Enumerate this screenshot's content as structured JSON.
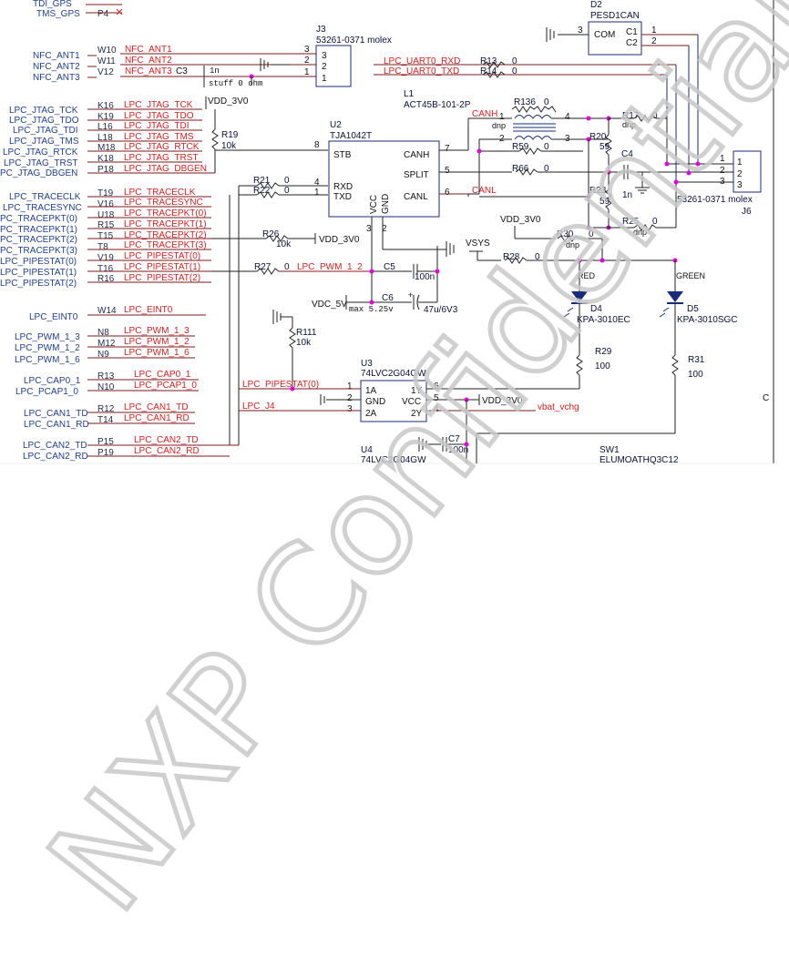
{
  "top_nets": [
    {
      "name": "TDI_GPS",
      "pin": ""
    },
    {
      "name": "TMS_GPS",
      "pin": "P4"
    }
  ],
  "nfc_nets": [
    {
      "net": "NFC_ANT1",
      "pin": "W10",
      "sig": "NFC_ANT1"
    },
    {
      "net": "NFC_ANT2",
      "pin": "W11",
      "sig": "NFC_ANT2"
    },
    {
      "net": "NFC_ANT3",
      "pin": "V12",
      "sig": "NFC_ANT3"
    }
  ],
  "jtag_nets": [
    {
      "net": "LPC_JTAG_TCK",
      "pin": "K16",
      "sig": "LPC_JTAG_TCK"
    },
    {
      "net": "LPC_JTAG_TDO",
      "pin": "K19",
      "sig": "LPC_JTAG_TDO"
    },
    {
      "net": "LPC_JTAG_TDI",
      "pin": "L16",
      "sig": "LPC_JTAG_TDI"
    },
    {
      "net": "LPC_JTAG_TMS",
      "pin": "L18",
      "sig": "LPC_JTAG_TMS"
    },
    {
      "net": "LPC_JTAG_RTCK",
      "pin": "M18",
      "sig": "LPC_JTAG_RTCK"
    },
    {
      "net": "LPC_JTAG_TRST",
      "pin": "K18",
      "sig": "LPC_JTAG_TRST"
    },
    {
      "net": "PC_JTAG_DBGEN",
      "pin": "P18",
      "sig": "LPC_JTAG_DBGEN"
    }
  ],
  "trace_nets": [
    {
      "net": "LPC_TRACECLK",
      "pin": "T19",
      "sig": "LPC_TRACECLK"
    },
    {
      "net": "LPC_TRACESYNC",
      "pin": "V16",
      "sig": "LPC_TRACESYNC"
    },
    {
      "net": "PC_TRACEPKT(0)",
      "pin": "U18",
      "sig": "LPC_TRACEPKT(0)"
    },
    {
      "net": "PC_TRACEPKT(1)",
      "pin": "R15",
      "sig": "LPC_TRACEPKT(1)"
    },
    {
      "net": "PC_TRACEPKT(2)",
      "pin": "T15",
      "sig": "LPC_TRACEPKT(2)"
    },
    {
      "net": "PC_TRACEPKT(3)",
      "pin": "T8",
      "sig": "LPC_TRACEPKT(3)"
    },
    {
      "net": "LPC_PIPESTAT(0)",
      "pin": "V19",
      "sig": "LPC_PIPESTAT(0)"
    },
    {
      "net": "LPC_PIPESTAT(1)",
      "pin": "T16",
      "sig": "LPC_PIPESTAT(1)"
    },
    {
      "net": "LPC_PIPESTAT(2)",
      "pin": "R16",
      "sig": "LPC_PIPESTAT(2)"
    }
  ],
  "eint": {
    "net": "LPC_EINT0",
    "pin": "W14",
    "sig": "LPC_EINT0"
  },
  "pwm_nets": [
    {
      "net": "LPC_PWM_1_3",
      "pin": "N8",
      "sig": "LPC_PWM_1_3"
    },
    {
      "net": "LPC_PWM_1_2",
      "pin": "M12",
      "sig": "LPC_PWM_1_2"
    },
    {
      "net": "LPC_PWM_1_6",
      "pin": "N9",
      "sig": "LPC_PWM_1_6"
    }
  ],
  "cap_nets": [
    {
      "net": "LPC_CAP0_1",
      "pin": "R13",
      "sig": "LPC_CAP0_1"
    },
    {
      "net": "LPC_PCAP1_0",
      "pin": "N10",
      "sig": "LPC_PCAP1_0"
    }
  ],
  "can_nets": [
    {
      "net": "LPC_CAN1_TD",
      "pin": "R12",
      "sig": "LPC_CAN1_TD"
    },
    {
      "net": "LPC_CAN1_RD",
      "pin": "T14",
      "sig": "LPC_CAN1_RD"
    },
    {
      "net": "LPC_CAN2_TD",
      "pin": "P15",
      "sig": "LPC_CAN2_TD"
    },
    {
      "net": "LPC_CAN2_RD",
      "pin": "P19",
      "sig": "LPC_CAN2_RD"
    }
  ],
  "j3": {
    "ref": "J3",
    "part": "53261-0371 molex",
    "pins": [
      "3",
      "2",
      "1"
    ],
    "cap": "C3",
    "cap_val": "1n",
    "note": "stuff 0 ohm"
  },
  "d2": {
    "ref": "D2",
    "part": "PESD1CAN",
    "com": "COM",
    "c1": "C1",
    "c2": "C2",
    "pin3": "3",
    "pin1": "1",
    "pin2": "2"
  },
  "uart": {
    "rxd": "LPC_UART0_RXD",
    "txd": "LPC_UART0_TXD",
    "r13": "R13",
    "r14": "R14",
    "val": "0"
  },
  "l1": {
    "ref": "L1",
    "part": "ACT45B-101-2P",
    "pins": [
      "1",
      "4",
      "2",
      "3"
    ]
  },
  "u2": {
    "ref": "U2",
    "part": "TJA1042T",
    "stb": "STB",
    "canh": "CANH",
    "split": "SPLIT",
    "canl": "CANL",
    "rxd": "RXD",
    "txd": "TXD",
    "vcc": "VCC",
    "gnd": "GND",
    "pins": {
      "stb": "8",
      "canh": "7",
      "split": "5",
      "canl": "6",
      "rxd": "4",
      "txd": "1",
      "vcc": "3",
      "gnd": "2"
    }
  },
  "labels": {
    "vdd_3v0": "VDD_3V0",
    "vsys": "VSYS",
    "vdc_5v": "VDC_5V",
    "max": "max 5.25v",
    "canh": "CANH",
    "canl": "CANL",
    "dnp": "dnp",
    "vbat": "vbat_vchg",
    "lpc_j4": "LPC_J4",
    "pipestat0": "LPC_PIPESTAT(0)",
    "pwm12": "LPC_PWM_1_2",
    "red": "RED",
    "green": "GREEN"
  },
  "resistors": {
    "r19": {
      "ref": "R19",
      "val": "10k"
    },
    "r21": {
      "ref": "R21",
      "val": "0"
    },
    "r22": {
      "ref": "R22",
      "val": "0"
    },
    "r26": {
      "ref": "R26",
      "val": "10k"
    },
    "r27": {
      "ref": "R27",
      "val": "0"
    },
    "r136": {
      "ref": "R136",
      "val": "0"
    },
    "r59": {
      "ref": "R59",
      "val": "0"
    },
    "r66": {
      "ref": "R66",
      "val": "0"
    },
    "r17": {
      "ref": "R17",
      "val": "0"
    },
    "r20": {
      "ref": "R20",
      "val": "59"
    },
    "r23": {
      "ref": "R23",
      "val": "59"
    },
    "r25": {
      "ref": "R25",
      "val": "0"
    },
    "r30": {
      "ref": "R30",
      "val": "0"
    },
    "r28": {
      "ref": "R28",
      "val": "0"
    },
    "r29": {
      "ref": "R29",
      "val": "100"
    },
    "r31": {
      "ref": "R31",
      "val": "100"
    },
    "r111": {
      "ref": "R111",
      "val": "10k"
    }
  },
  "caps": {
    "c4": {
      "ref": "C4",
      "val": "1n"
    },
    "c5": {
      "ref": "C5",
      "val": "100n"
    },
    "c6": {
      "ref": "C6",
      "val": "47u/6V3"
    },
    "c7": {
      "ref": "C7",
      "val": "100n"
    }
  },
  "j6": {
    "ref": "J6",
    "part": "53261-0371 molex",
    "pins": [
      "1",
      "2",
      "3"
    ]
  },
  "d4": {
    "ref": "D4",
    "part": "KPA-3010EC"
  },
  "d5": {
    "ref": "D5",
    "part": "KPA-3010SGC"
  },
  "u3": {
    "ref": "U3",
    "part": "74LVC2G04GW",
    "a1": "1A",
    "gnd": "GND",
    "a2": "2A",
    "y1": "1Y",
    "vcc": "VCC",
    "y2": "2Y",
    "pins": [
      "1",
      "2",
      "3",
      "6",
      "5",
      "4"
    ]
  },
  "u4": {
    "ref": "U4",
    "part": "74LVC2G04GW"
  },
  "sw1": {
    "ref": "SW1",
    "part": "ELUMOATHQ3C12"
  },
  "frame_letter": "C",
  "watermark": "NXP Confidential"
}
